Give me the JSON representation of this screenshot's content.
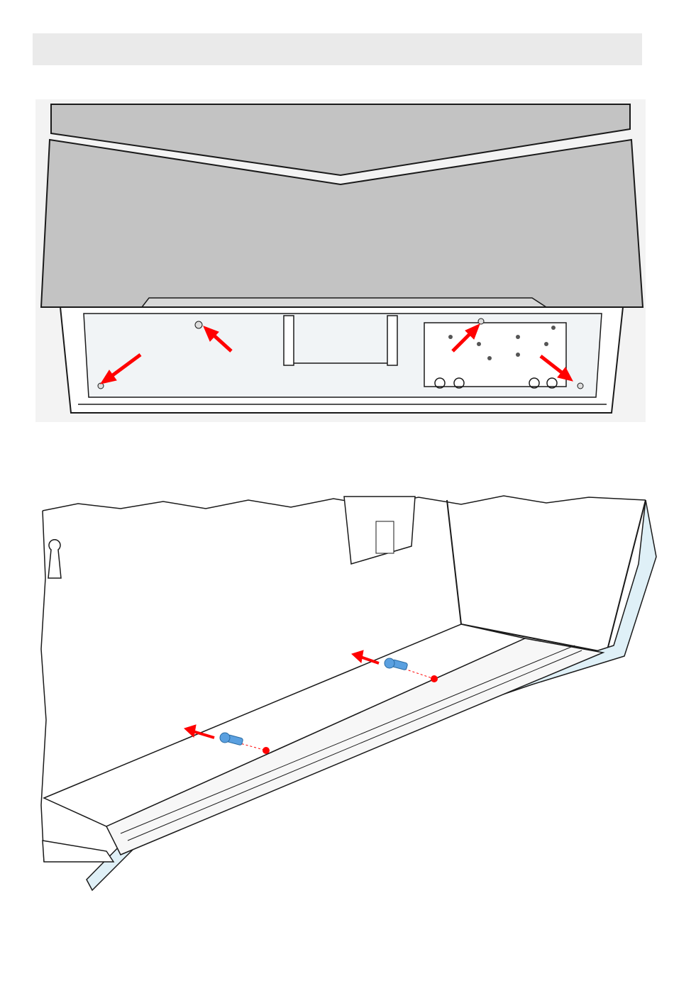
{
  "header": {
    "text": ""
  },
  "colors": {
    "background": "#ffffff",
    "header_bar": "#eaeaea",
    "panel_fill": "#c3c3c3",
    "interior_fill": "#f1f4f6",
    "outline": "#1a1a1a",
    "arrow": "#ff0000",
    "screw": "#5aa0e0",
    "light_blue_trim": "#dff0f7"
  },
  "figures": [
    {
      "id": "top-view",
      "arrows": 4,
      "icon": "red-arrow-icon"
    },
    {
      "id": "bottom-view",
      "arrows": 2,
      "screws": 2,
      "icon": "blue-screw-icon"
    }
  ]
}
